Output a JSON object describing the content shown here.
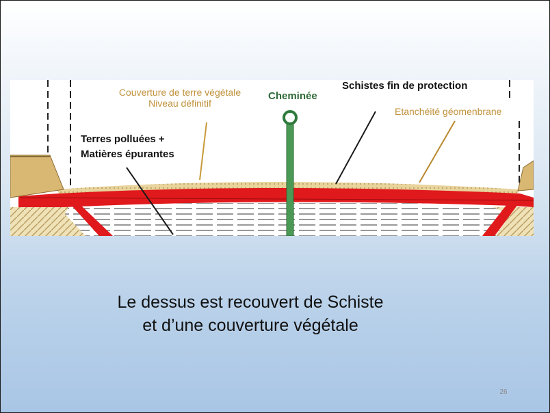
{
  "diagram": {
    "labels": {
      "couverture_line1": "Couverture de terre végétale",
      "couverture_line2": "Niveau définitif",
      "cheminee": "Cheminée",
      "schistes": "Schistes fin de protection",
      "etancheite": "Etanchéité géomenbrane",
      "terres_line1": "Terres polluées +",
      "terres_line2": "Matières épurantes"
    },
    "colors": {
      "membrane": "#e0191c",
      "chimney": "#4a9a55",
      "topsoil": "#e3c98a",
      "embankment": "#d9b873",
      "label_brown": "#c0923d"
    }
  },
  "caption": {
    "line1": "Le dessus est recouvert de Schiste",
    "line2": "et d’une couverture végétale"
  },
  "slide_number": "26"
}
